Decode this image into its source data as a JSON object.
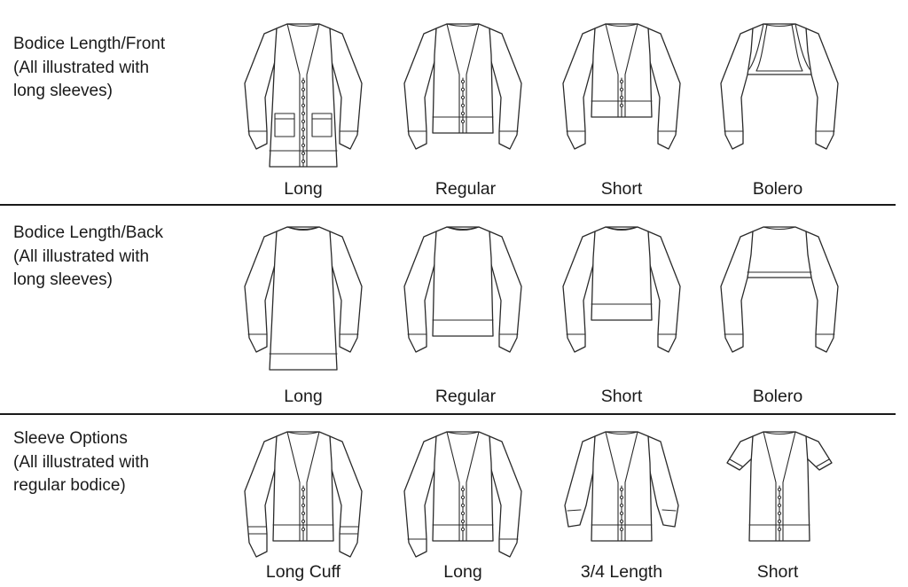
{
  "sections": [
    {
      "label_lines": [
        "Bodice Length/Front",
        "(All illustrated with",
        "long sleeves)"
      ],
      "items": [
        {
          "caption": "Long",
          "view": "front",
          "length": "long",
          "sleeve": "long"
        },
        {
          "caption": "Regular",
          "view": "front",
          "length": "regular",
          "sleeve": "long"
        },
        {
          "caption": "Short",
          "view": "front",
          "length": "short",
          "sleeve": "long"
        },
        {
          "caption": "Bolero",
          "view": "front",
          "length": "bolero",
          "sleeve": "long"
        }
      ]
    },
    {
      "label_lines": [
        "Bodice Length/Back",
        "(All illustrated with",
        "long sleeves)"
      ],
      "items": [
        {
          "caption": "Long",
          "view": "back",
          "length": "long",
          "sleeve": "long"
        },
        {
          "caption": "Regular",
          "view": "back",
          "length": "regular",
          "sleeve": "long"
        },
        {
          "caption": "Short",
          "view": "back",
          "length": "short",
          "sleeve": "long"
        },
        {
          "caption": "Bolero",
          "view": "back",
          "length": "bolero",
          "sleeve": "long"
        }
      ]
    },
    {
      "label_lines": [
        "Sleeve Options",
        "(All illustrated with",
        "regular bodice)"
      ],
      "items": [
        {
          "caption": "Long Cuff",
          "view": "front",
          "length": "regular",
          "sleeve": "long-cuff"
        },
        {
          "caption": "Long",
          "view": "front",
          "length": "regular",
          "sleeve": "long"
        },
        {
          "caption": "3/4 Length",
          "view": "front",
          "length": "regular",
          "sleeve": "three-quarter"
        },
        {
          "caption": "Short",
          "view": "front",
          "length": "regular",
          "sleeve": "short"
        }
      ]
    }
  ]
}
